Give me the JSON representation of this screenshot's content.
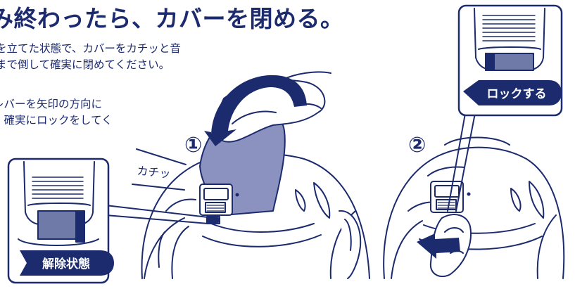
{
  "title": "み終わったら、カバーを閉める。",
  "para1": [
    "を立てた状態で、カバーをカチッと音",
    "まで倒して確実に閉めてください。"
  ],
  "para2": [
    "レバーを矢印の方向に",
    "、確実にロックをしてく",
    "。"
  ],
  "labels": {
    "step1": "①",
    "step2": "②",
    "click_sound": "カチッ",
    "unlocked": "解除状態",
    "lock": "ロックする"
  },
  "colors": {
    "navy": "#1c2a6e",
    "cover": "#8c92bf",
    "lever": "#6f7aa8"
  }
}
